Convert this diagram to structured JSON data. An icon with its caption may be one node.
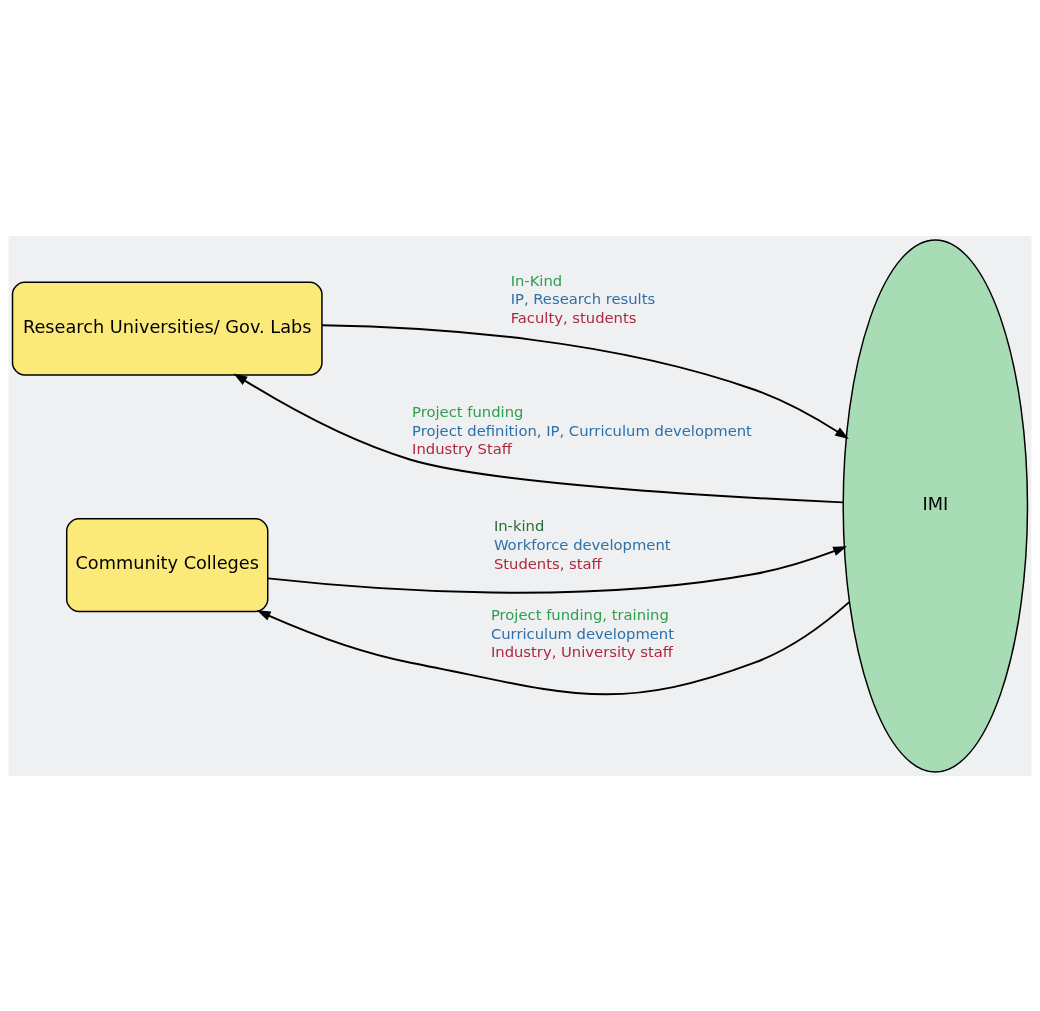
{
  "diagram": {
    "nodes": [
      {
        "text": [
          "Research Universities/ Gov. Labs"
        ]
      },
      {
        "text": [
          "Community Colleges"
        ]
      },
      {
        "text": [
          "IMI"
        ]
      }
    ],
    "edges": [
      {
        "from": 0,
        "to": 2,
        "arrow": "to",
        "label": [
          "In-Kind",
          "IP, Research results",
          "Faculty, students"
        ]
      },
      {
        "from": 2,
        "to": 0,
        "arrow": "to",
        "label": [
          "Project funding",
          "Project definition, IP, Curriculum development",
          "Industry Staff"
        ]
      },
      {
        "from": 1,
        "to": 2,
        "arrow": "to",
        "label": [
          "In-kind",
          "Workforce development",
          "Students, staff"
        ]
      },
      {
        "from": 2,
        "to": 1,
        "arrow": "to",
        "label": [
          "Project funding, training",
          "Curriculum development",
          "Industry, University staff"
        ]
      }
    ]
  }
}
